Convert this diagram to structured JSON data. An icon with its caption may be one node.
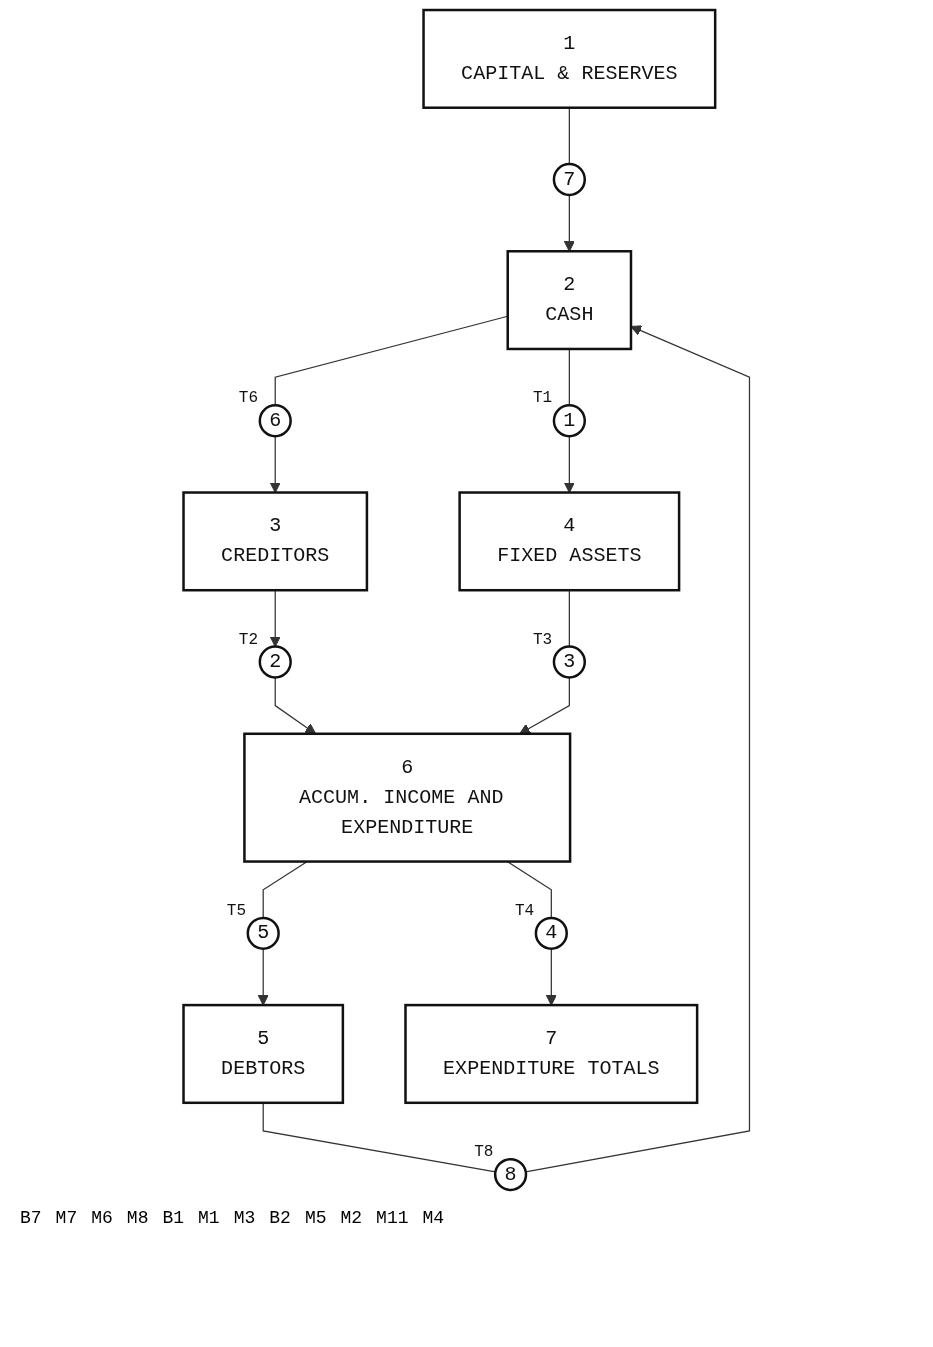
{
  "diagram": {
    "nodes": [
      {
        "text": [
          "1",
          "CAPITAL & RESERVES"
        ]
      },
      {
        "text": [
          "7"
        ]
      },
      {
        "text": [
          "6"
        ],
        "beside": [
          "T6"
        ]
      },
      {
        "text": [
          "2",
          "CASH"
        ]
      },
      {
        "text": [
          "8"
        ],
        "beside": [
          "T8"
        ]
      },
      {
        "text": [
          "3",
          "CREDITORS"
        ]
      },
      {
        "text": [
          "1"
        ],
        "beside": [
          "T1"
        ]
      },
      {
        "text": [
          "5",
          "DEBTORS"
        ]
      },
      {
        "text": [
          "4",
          "FIXED ASSETS"
        ]
      },
      {
        "text": [
          "2"
        ],
        "beside": [
          "T2"
        ]
      },
      {
        "text": [
          "3"
        ],
        "beside": [
          "T3"
        ]
      },
      {
        "text": [
          "5"
        ],
        "beside": [
          "T5"
        ]
      },
      {
        "text": [
          "6",
          "ACCUM. INCOME AND EXPENDITURE"
        ]
      },
      {
        "text": [
          "4"
        ],
        "beside": [
          "T4"
        ]
      },
      {
        "text": [
          "7",
          "EXPENDITURE TOTALS"
        ]
      }
    ],
    "edges": [
      {
        "from": 0,
        "to": 1,
        "arrow": "none"
      },
      {
        "from": 1,
        "to": 3,
        "arrow": "to"
      },
      {
        "from": 3,
        "to": 2,
        "arrow": "none"
      },
      {
        "from": 2,
        "to": 5,
        "arrow": "to"
      },
      {
        "from": 4,
        "to": 3,
        "arrow": "to"
      },
      {
        "from": 7,
        "to": 4,
        "arrow": "none"
      },
      {
        "from": 3,
        "to": 6,
        "arrow": "none"
      },
      {
        "from": 6,
        "to": 8,
        "arrow": "to"
      },
      {
        "from": 5,
        "to": 9,
        "arrow": "to"
      },
      {
        "from": 9,
        "to": 12,
        "arrow": "to"
      },
      {
        "from": 8,
        "to": 10,
        "arrow": "none"
      },
      {
        "from": 10,
        "to": 12,
        "arrow": "to"
      },
      {
        "from": 12,
        "to": 11,
        "arrow": "none"
      },
      {
        "from": 11,
        "to": 7,
        "arrow": "to"
      },
      {
        "from": 12,
        "to": 13,
        "arrow": "none"
      },
      {
        "from": 13,
        "to": 14,
        "arrow": "to"
      }
    ],
    "labels": [
      "B7",
      "M7",
      "M6",
      "M8",
      "B1",
      "M1",
      "M3",
      "B2",
      "M5",
      "M2",
      "M11",
      "M4"
    ]
  }
}
